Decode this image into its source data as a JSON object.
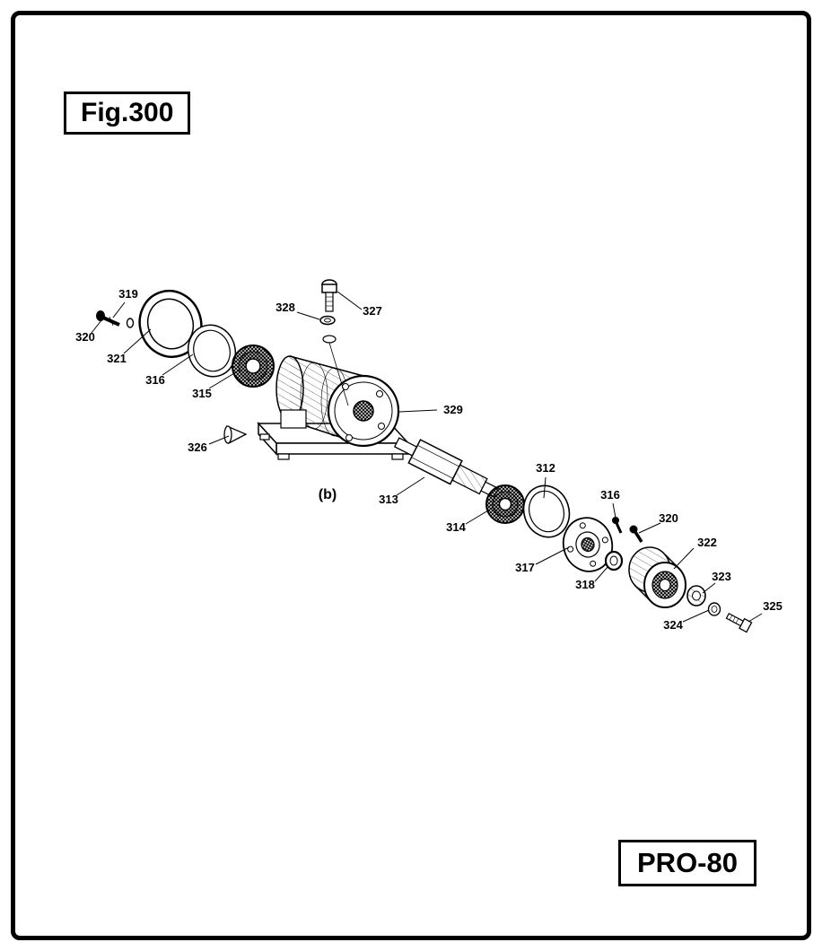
{
  "figure": {
    "title": "Fig.300",
    "model": "PRO-80"
  },
  "callouts": [
    {
      "label": "319"
    },
    {
      "label": "320"
    },
    {
      "label": "321"
    },
    {
      "label": "316"
    },
    {
      "label": "315"
    },
    {
      "label": "328"
    },
    {
      "label": "327"
    },
    {
      "label": "329"
    },
    {
      "label": "326"
    },
    {
      "label": "(b)"
    },
    {
      "label": "313"
    },
    {
      "label": "314"
    },
    {
      "label": "312"
    },
    {
      "label": "317"
    },
    {
      "label": "316"
    },
    {
      "label": "320"
    },
    {
      "label": "318"
    },
    {
      "label": "322"
    },
    {
      "label": "323"
    },
    {
      "label": "324"
    },
    {
      "label": "325"
    }
  ],
  "colors": {
    "ink": "#000000",
    "paper": "#ffffff"
  }
}
